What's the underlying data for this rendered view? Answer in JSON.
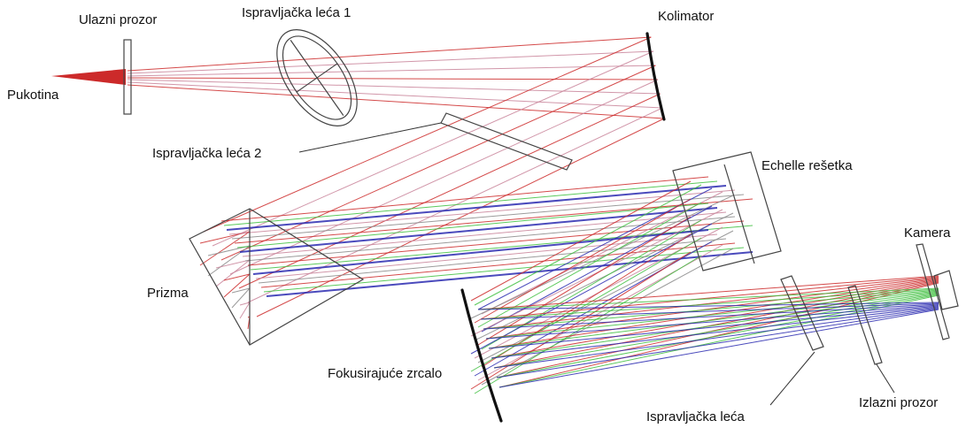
{
  "diagram": {
    "labels": {
      "slit": "Pukotina",
      "entrance_window": "Ulazni prozor",
      "corrector_lens_1": "Ispravljačka leća 1",
      "collimator": "Kolimator",
      "corrector_lens_2": "Ispravljačka leća 2",
      "echelle_grating": "Echelle rešetka",
      "prism": "Prizma",
      "camera": "Kamera",
      "focusing_mirror": "Fokusirajuće zrcalo",
      "corrector_lens": "Ispravljačka leća",
      "exit_window": "Izlazni prozor"
    },
    "colors": {
      "red_rays": "#cc2a2a",
      "pink_rays": "#c9849a",
      "green_rays": "#3fbf3f",
      "blue_rays": "#2a2ab0",
      "gray_rays": "#8a8a8a",
      "optics": "#444444"
    }
  }
}
